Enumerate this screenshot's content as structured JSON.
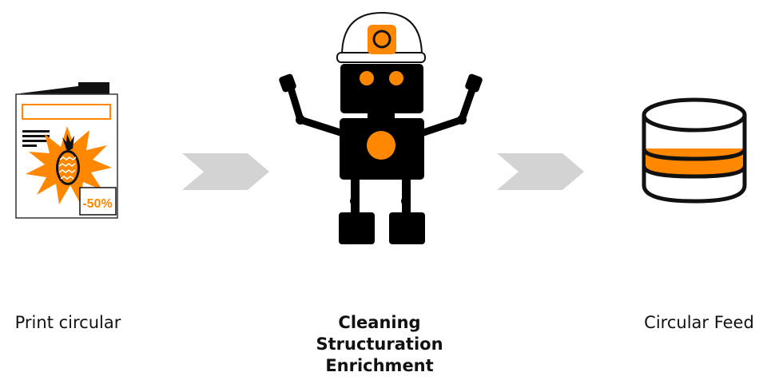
{
  "colors": {
    "accent": "#ff8800",
    "dark": "#000000",
    "arrow": "#d3d3d3",
    "outline": "#333333"
  },
  "nodes": [
    {
      "id": "print",
      "label": "Print circular",
      "icon": "print-circular-icon",
      "badge": "-50%"
    },
    {
      "id": "process",
      "lines": [
        "Cleaning",
        "Structuration",
        "Enrichment"
      ],
      "icon": "robot-worker-icon"
    },
    {
      "id": "feed",
      "label": "Circular Feed",
      "icon": "database-icon"
    }
  ]
}
